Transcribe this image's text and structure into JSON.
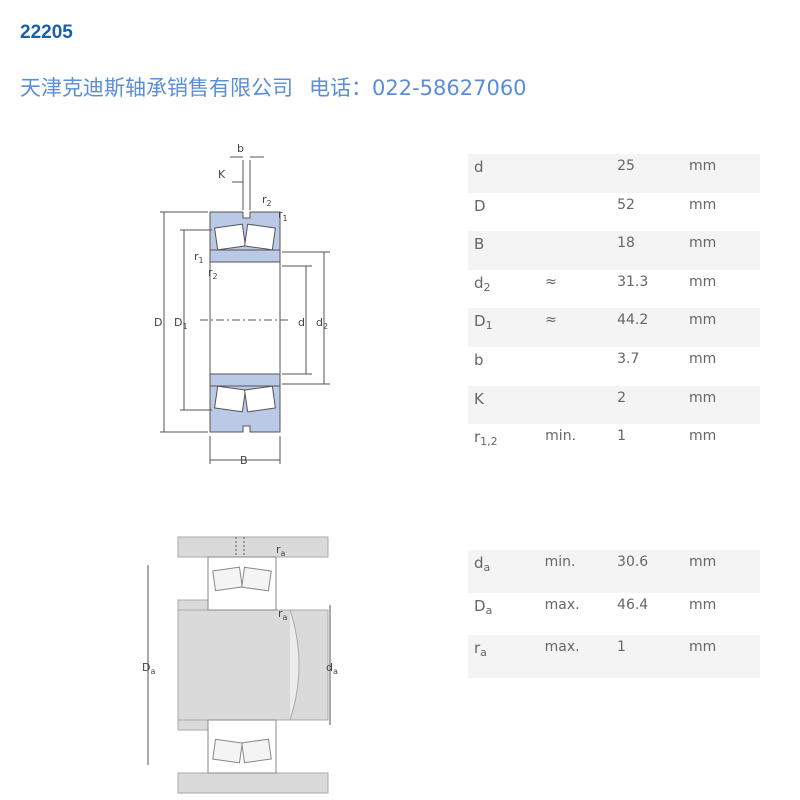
{
  "header": {
    "model": "22205",
    "company": "天津克迪斯轴承销售有限公司",
    "phone": "电话：022-58627060"
  },
  "drawing_labels": {
    "b": "b",
    "K": "K",
    "r": "r",
    "r1_sub": "1",
    "r2_sub": "2",
    "D": "D",
    "D1_base": "D",
    "D1_sub": "1",
    "d": "d",
    "d2_base": "d",
    "d2_sub": "2",
    "B": "B",
    "a_sub": "a"
  },
  "dimensions": [
    {
      "symbol": "d",
      "sub": "",
      "qualifier": "",
      "value": "25",
      "unit": "mm"
    },
    {
      "symbol": "D",
      "sub": "",
      "qualifier": "",
      "value": "52",
      "unit": "mm"
    },
    {
      "symbol": "B",
      "sub": "",
      "qualifier": "",
      "value": "18",
      "unit": "mm"
    },
    {
      "symbol": "d",
      "sub": "2",
      "qualifier": "≈",
      "value": "31.3",
      "unit": "mm"
    },
    {
      "symbol": "D",
      "sub": "1",
      "qualifier": "≈",
      "value": "44.2",
      "unit": "mm"
    },
    {
      "symbol": "b",
      "sub": "",
      "qualifier": "",
      "value": "3.7",
      "unit": "mm"
    },
    {
      "symbol": "K",
      "sub": "",
      "qualifier": "",
      "value": "2",
      "unit": "mm"
    },
    {
      "symbol": "r",
      "sub": "1,2",
      "qualifier": "min.",
      "value": "1",
      "unit": "mm"
    }
  ],
  "abutment": [
    {
      "symbol": "d",
      "sub": "a",
      "qualifier": "min.",
      "value": "30.6",
      "unit": "mm"
    },
    {
      "symbol": "D",
      "sub": "a",
      "qualifier": "max.",
      "value": "46.4",
      "unit": "mm"
    },
    {
      "symbol": "r",
      "sub": "a",
      "qualifier": "max.",
      "value": "1",
      "unit": "mm"
    }
  ],
  "colors": {
    "ring_fill": "#b9c9e6",
    "housing_fill": "#dadada",
    "title_blue": "#1b5fa6",
    "company_blue": "#5b8dd8"
  }
}
